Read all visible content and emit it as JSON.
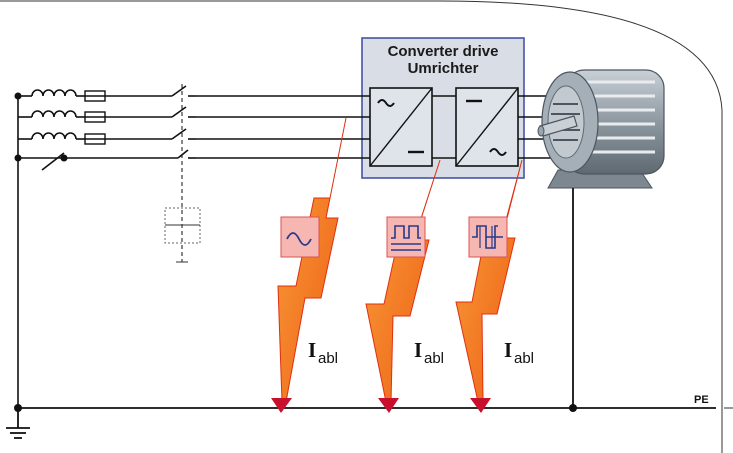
{
  "converter": {
    "title_line1": "Converter drive",
    "title_line2": "Umrichter"
  },
  "leakage": {
    "label_main": "I",
    "label_sub": "abl",
    "paths": [
      {
        "id": "mains-side",
        "waveform": "sine-icon"
      },
      {
        "id": "dc-link",
        "waveform": "rectangular-pulse-icon"
      },
      {
        "id": "motor-side",
        "waveform": "pwm-pulse-icon"
      }
    ]
  },
  "pe_label": "PE",
  "colors": {
    "wire": "#111111",
    "converter_fill": "#d9dde6",
    "converter_border": "#3a4aa0",
    "lightning_fill": "#f47c20",
    "lightning_edge": "#e03010",
    "arrow_head": "#c8102e",
    "waveform_box_fill": "#f6b7b2",
    "waveform_box_border": "#d9534f",
    "waveform_symbol": "#2a3a8a",
    "motor_body": "#8a949e"
  }
}
